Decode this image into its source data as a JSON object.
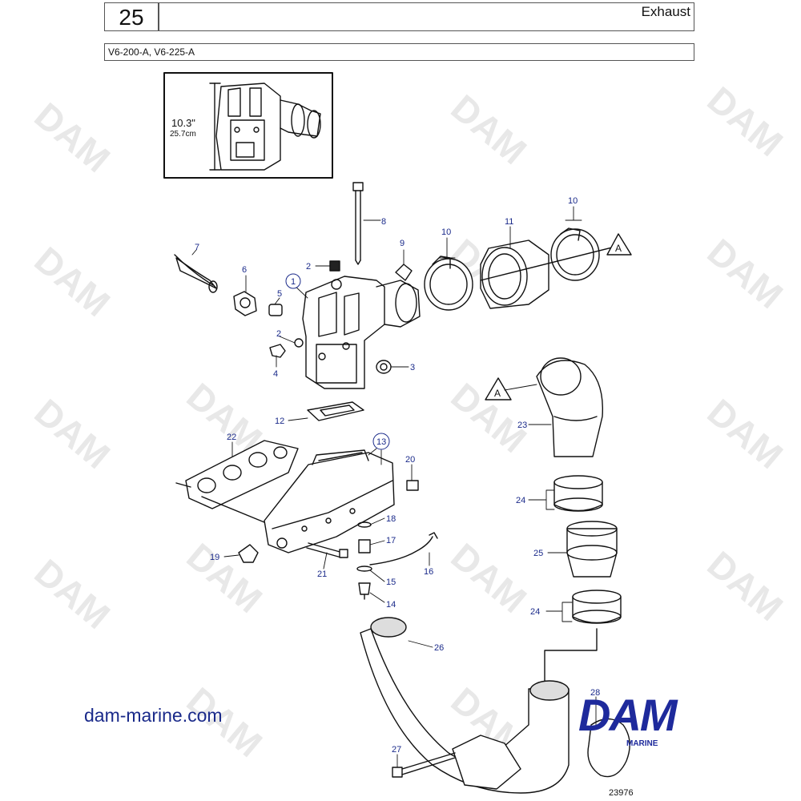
{
  "header": {
    "page_number": "25",
    "title": "Exhaust",
    "models": "V6-200-A, V6-225-A"
  },
  "inset": {
    "height_in": "10.3\"",
    "height_cm": "25.7cm"
  },
  "callouts": {
    "c1": "1",
    "c2a": "2",
    "c2b": "2",
    "c3": "3",
    "c4": "4",
    "c5": "5",
    "c6": "6",
    "c7": "7",
    "c8": "8",
    "c9": "9",
    "c10a": "10",
    "c10b": "10",
    "c11": "11",
    "c12": "12",
    "c13": "13",
    "c14": "14",
    "c15": "15",
    "c16": "16",
    "c17": "17",
    "c18": "18",
    "c19": "19",
    "c20": "20",
    "c21": "21",
    "c22": "22",
    "c23": "23",
    "c24a": "24",
    "c24b": "24",
    "c25": "25",
    "c26": "26",
    "c27": "27",
    "c28": "28"
  },
  "connector_labels": {
    "a_top": "A",
    "a_mid": "A"
  },
  "footer": {
    "website": "dam-marine.com",
    "logo_letters": "DAM",
    "logo_sub": "MARINE",
    "drawing_id": "23976"
  },
  "watermark_text": "DAM",
  "colors": {
    "callout": "#1a2a8a",
    "logo": "#1e2a9c",
    "watermark": "#e6e6e6",
    "line": "#111111"
  }
}
